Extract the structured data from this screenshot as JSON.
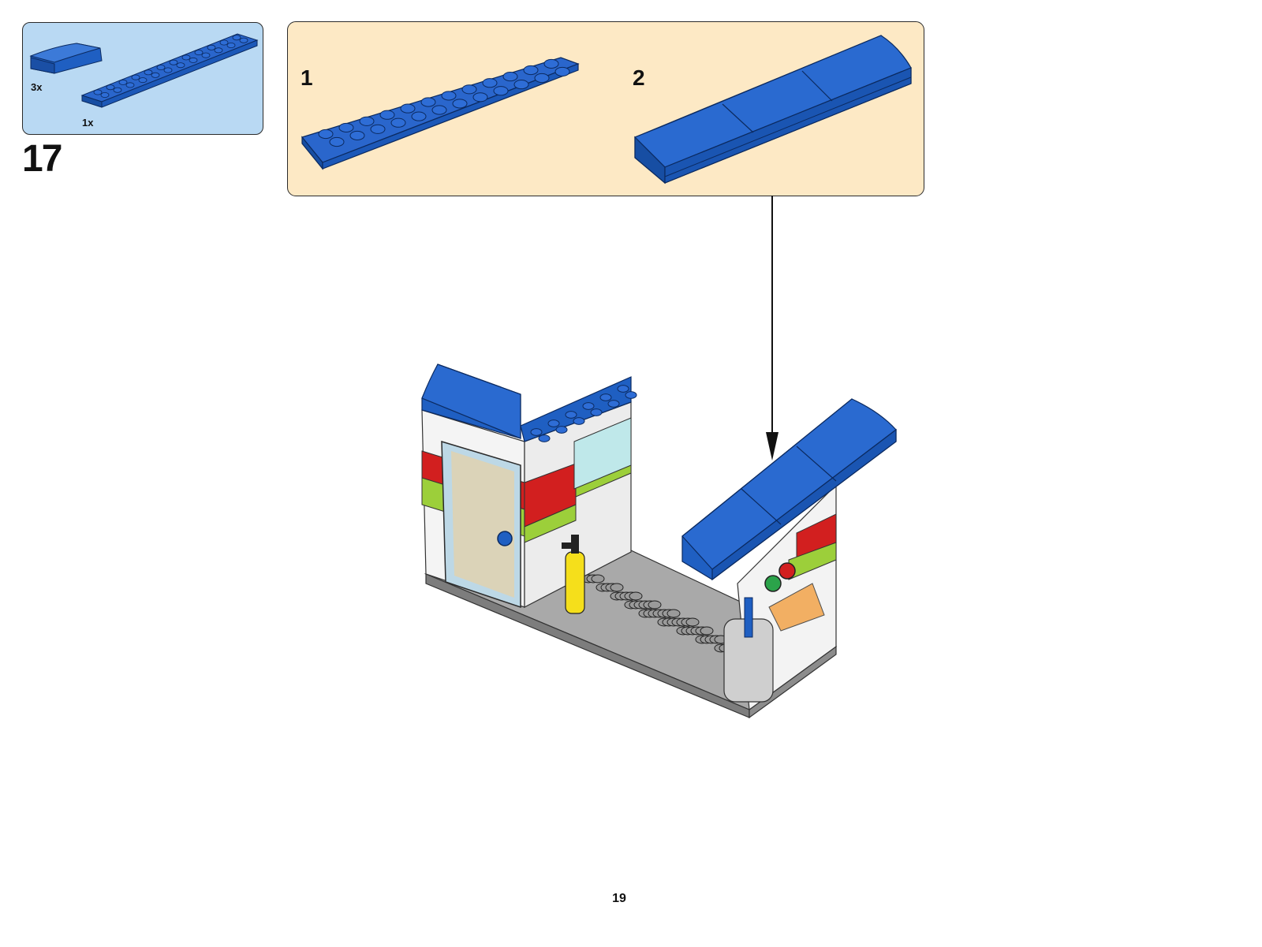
{
  "parts_list": {
    "items": [
      {
        "part": "blue-curved-slope-2x4",
        "quantity": "3x",
        "color": "#1f5fc2"
      },
      {
        "part": "blue-plate-2x12",
        "quantity": "1x",
        "color": "#1f5fc2"
      }
    ]
  },
  "step": {
    "number": "17"
  },
  "substeps": [
    {
      "number": "1"
    },
    {
      "number": "2"
    }
  ],
  "page": {
    "number": "19"
  },
  "colors": {
    "parts_box_bg": "#b9d9f3",
    "substep_box_bg": "#fde9c5",
    "lego_blue": "#1f5fc2",
    "lego_red": "#d21f1f",
    "lego_lime": "#9ccf3a",
    "baseplate_gray": "#9a9a9a",
    "lego_yellow": "#f5df1b"
  }
}
